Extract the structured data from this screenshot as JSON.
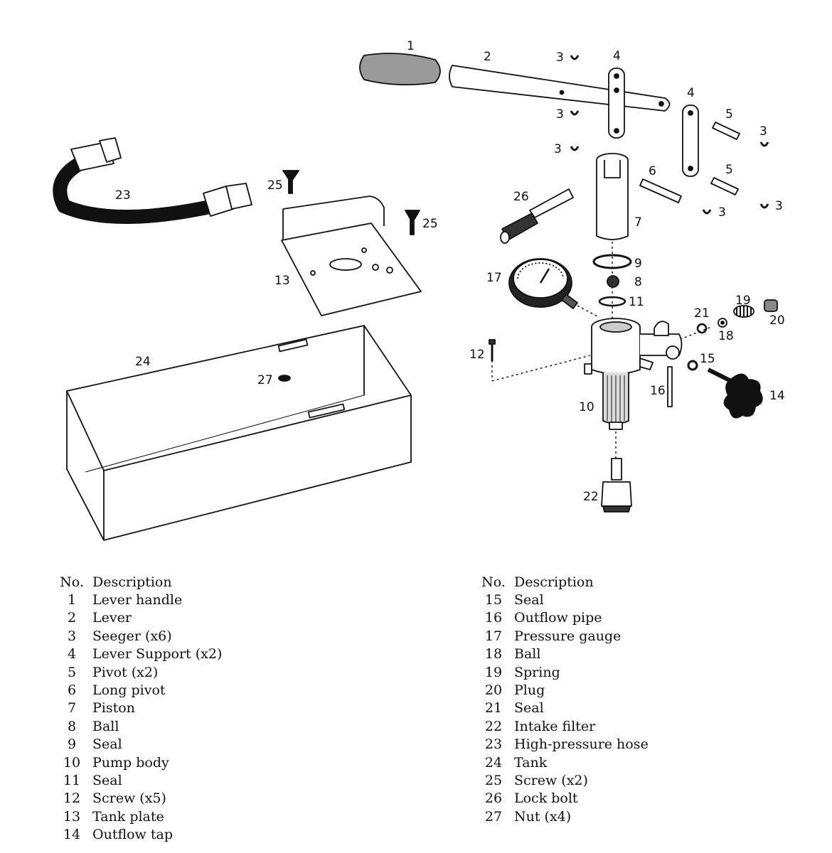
{
  "diagram": {
    "callouts": [
      "1",
      "2",
      "3",
      "4",
      "5",
      "6",
      "7",
      "8",
      "9",
      "10",
      "11",
      "12",
      "13",
      "14",
      "15",
      "16",
      "17",
      "18",
      "19",
      "20",
      "21",
      "22",
      "23",
      "24",
      "25",
      "26",
      "27"
    ]
  },
  "table": {
    "header_no": "No.",
    "header_description": "Description",
    "left": [
      {
        "no": "1",
        "desc": "Lever handle"
      },
      {
        "no": "2",
        "desc": "Lever"
      },
      {
        "no": "3",
        "desc": "Seeger (x6)"
      },
      {
        "no": "4",
        "desc": "Lever Support (x2)"
      },
      {
        "no": "5",
        "desc": "Pivot (x2)"
      },
      {
        "no": "6",
        "desc": "Long pivot"
      },
      {
        "no": "7",
        "desc": "Piston"
      },
      {
        "no": "8",
        "desc": "Ball"
      },
      {
        "no": "9",
        "desc": "Seal"
      },
      {
        "no": "10",
        "desc": "Pump body"
      },
      {
        "no": "11",
        "desc": "Seal"
      },
      {
        "no": "12",
        "desc": "Screw (x5)"
      },
      {
        "no": "13",
        "desc": "Tank plate"
      },
      {
        "no": "14",
        "desc": "Outflow tap"
      }
    ],
    "right": [
      {
        "no": "15",
        "desc": "Seal"
      },
      {
        "no": "16",
        "desc": "Outflow pipe"
      },
      {
        "no": "17",
        "desc": "Pressure gauge"
      },
      {
        "no": "18",
        "desc": "Ball"
      },
      {
        "no": "19",
        "desc": "Spring"
      },
      {
        "no": "20",
        "desc": "Plug"
      },
      {
        "no": "21",
        "desc": "Seal"
      },
      {
        "no": "22",
        "desc": "Intake filter"
      },
      {
        "no": "23",
        "desc": "High-pressure hose"
      },
      {
        "no": "24",
        "desc": "Tank"
      },
      {
        "no": "25",
        "desc": "Screw (x2)"
      },
      {
        "no": "26",
        "desc": "Lock bolt"
      },
      {
        "no": "27",
        "desc": "Nut (x4)"
      }
    ]
  }
}
